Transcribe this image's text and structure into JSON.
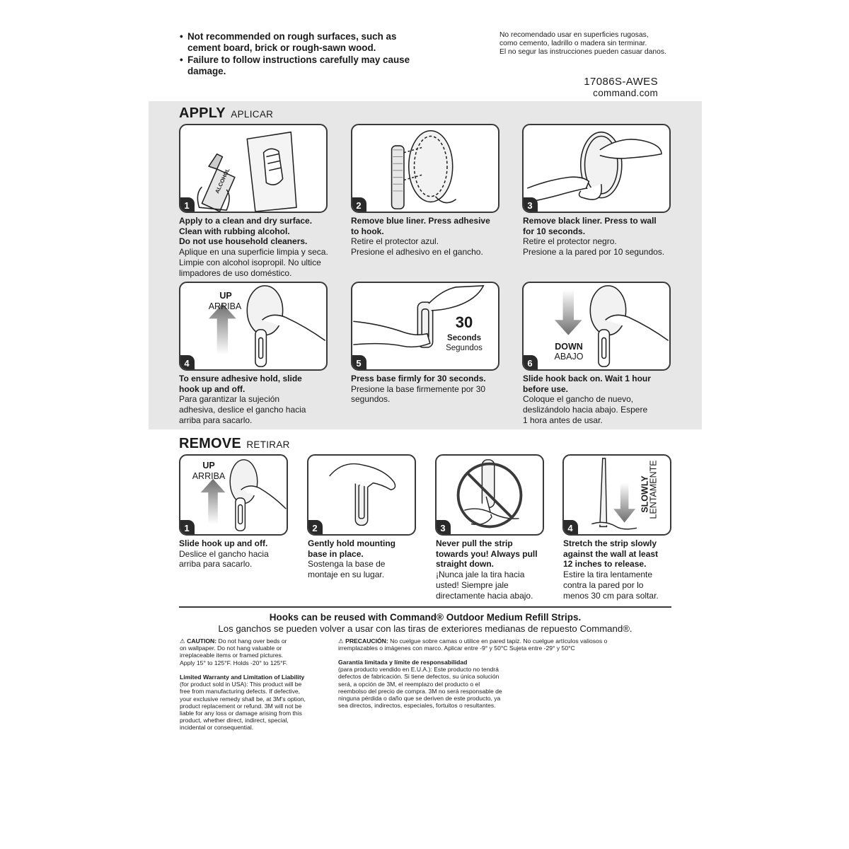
{
  "warnings": {
    "en": [
      "Not recommended on rough surfaces, such as cement board, brick or rough-sawn wood.",
      "Failure to follow instructions carefully may cause damage."
    ],
    "es": [
      "No recomendado usar en superficies rugosas,",
      "como cemento, ladrillo o madera sin terminar.",
      "El no segur las instrucciones pueden casuar danos."
    ]
  },
  "product": {
    "sku": "17086S-AWES",
    "website": "command.com"
  },
  "apply": {
    "title": "APPLY",
    "subtitle": "APLICAR",
    "steps": [
      {
        "num": "1",
        "en": [
          "Apply to a clean and dry surface.",
          "Clean with rubbing alcohol.",
          "Do not use household cleaners."
        ],
        "es": [
          "Aplique en una superficie limpia y seca.",
          "Limpie con alcohol isopropil. No ultice",
          "limpadores de uso doméstico."
        ],
        "icon": "clean-surface-icon",
        "bottle_label": "ALCOHOL"
      },
      {
        "num": "2",
        "en": [
          "Remove blue liner. Press adhesive",
          "to hook."
        ],
        "es": [
          "Retire el protector azul.",
          "Presione el adhesivo en el gancho."
        ],
        "icon": "adhesive-strip-icon"
      },
      {
        "num": "3",
        "en": [
          "Remove black liner. Press to wall",
          "for 10 seconds."
        ],
        "es": [
          "Retire el protector negro.",
          "Presione a la pared por 10 segundos."
        ],
        "icon": "press-to-wall-icon"
      },
      {
        "num": "4",
        "en": [
          "To ensure adhesive hold, slide",
          "hook up and off."
        ],
        "es": [
          "Para garantizar la sujeción",
          "adhesiva, deslice el gancho hacia",
          "arriba para sacarlo."
        ],
        "icon": "slide-up-icon",
        "label_en": "UP",
        "label_es": "ARRIBA"
      },
      {
        "num": "5",
        "en": [
          "Press base firmly for 30 seconds."
        ],
        "es": [
          "Presione la base firmemente por 30",
          "segundos."
        ],
        "icon": "press-base-icon",
        "count": "30",
        "label_en": "Seconds",
        "label_es": "Segundos"
      },
      {
        "num": "6",
        "en": [
          "Slide hook back on. Wait 1 hour",
          "before use."
        ],
        "es": [
          "Coloque el gancho de nuevo,",
          "deslizándolo hacia abajo. Espere",
          "1 hora antes de usar."
        ],
        "icon": "slide-down-icon",
        "label_en": "DOWN",
        "label_es": "ABAJO"
      }
    ]
  },
  "remove": {
    "title": "REMOVE",
    "subtitle": "RETIRAR",
    "steps": [
      {
        "num": "1",
        "en": [
          "Slide hook up and off."
        ],
        "es": [
          "Deslice el gancho hacia",
          "arriba para sacarlo."
        ],
        "icon": "slide-up-icon",
        "label_en": "UP",
        "label_es": "ARRIBA"
      },
      {
        "num": "2",
        "en": [
          "Gently hold mounting",
          "base in place."
        ],
        "es": [
          "Sostenga la base de",
          "montaje en su lugar."
        ],
        "icon": "hold-base-icon"
      },
      {
        "num": "3",
        "en": [
          "Never pull the strip",
          "towards you! Always pull",
          "straight down."
        ],
        "es": [
          "¡Nunca jale la tira hacia",
          "usted! Siempre jale",
          "directamente hacia abajo."
        ],
        "icon": "no-pull-icon"
      },
      {
        "num": "4",
        "en": [
          "Stretch the strip slowly",
          "against the wall at least",
          "12 inches to release."
        ],
        "es": [
          "Estire la tira lentamente",
          "contra la pared por lo",
          "menos 30 cm para soltar."
        ],
        "icon": "stretch-strip-icon",
        "label_en": "SLOWLY",
        "label_es": "LENTAMENTE"
      }
    ]
  },
  "reuse": {
    "en": "Hooks can be reused with Command® Outdoor Medium Refill Strips.",
    "es": "Los ganchos se pueden volver a usar con las tiras de exteriores medianas de repuesto Command®."
  },
  "caution": {
    "en_title": "CAUTION:",
    "en_body": [
      "Do not hang over beds or",
      "on wallpaper. Do not hang valuable or",
      "irreplaceable items or framed pictures.",
      "Apply 15° to 125°F. Holds -20° to 125°F."
    ],
    "es_title": "PRECAUCIÓN:",
    "es_body": [
      "No cuelgue sobre camas o utilice en pared tapiz. No cuelgue artículos valiosos o",
      "irremplazables o imágenes con marco. Aplicar entre -9° y 50°C Sujeta entre -29° y 50°C"
    ]
  },
  "warranty": {
    "en_title": "Limited Warranty and Limitation of Liability",
    "en_body": [
      "(for product sold in USA): This product will be",
      "free from manufacturing defects. If defective,",
      "your exclusive remedy shall be, at 3M's option,",
      "product replacement or refund. 3M will not be",
      "liable for any loss or damage arising from this",
      "product, whether direct, indirect, special,",
      "incidental or consequential."
    ],
    "es_title": "Garantía limitada y límite de responsabilidad",
    "es_body": [
      "(para producto vendido en E.U.A.): Este producto no tendrá",
      "defectos de fabricación. Si tiene defectos, su única solución",
      "será, a opción de 3M, el reemplazo del producto o el",
      "reembolso del precio de compra. 3M no será responsable de",
      "ninguna pérdida o daño que se deriven de este producto, ya",
      "sea directos, indirectos, especiales, fortuitos o resultantes."
    ]
  },
  "colors": {
    "panel_bg": "#e7e7e8",
    "ink": "#1a1a1a",
    "arrow_gray": "#7a7a7a"
  }
}
